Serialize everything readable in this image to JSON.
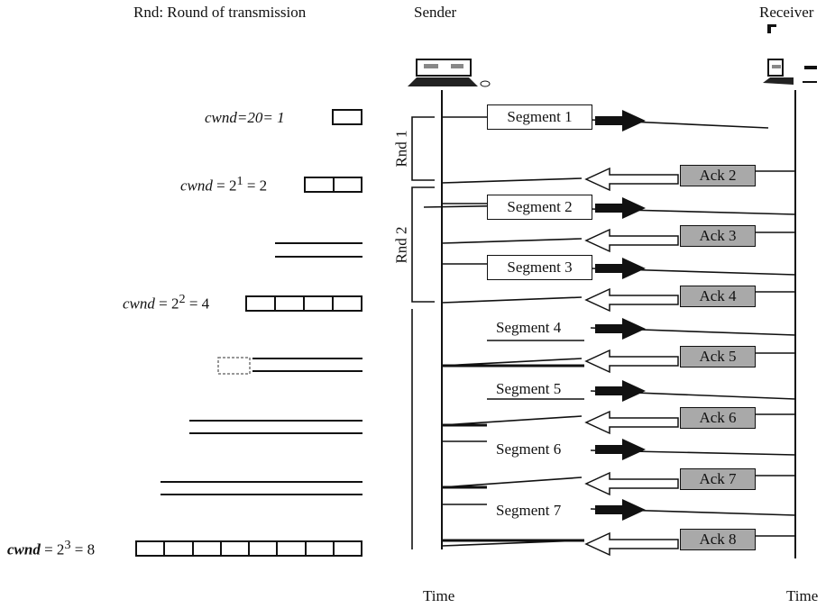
{
  "header": {
    "legend": "Rnd: Round of transmission",
    "sender": "Sender",
    "receiver": "Receiver"
  },
  "footer": {
    "sender_time": "Time",
    "receiver_time": "Time"
  },
  "cwnd": [
    {
      "prefix": "cwnd",
      "rest": "=20= 1",
      "cells": 1
    },
    {
      "prefix": "cwnd",
      "rest": " = 2",
      "sup": "1",
      "tail": " = 2",
      "cells": 2
    },
    {
      "prefix": "cwnd",
      "rest": " = 2",
      "sup": "2",
      "tail": " = 4",
      "cells": 4
    },
    {
      "prefix": "cwnd",
      "rest": " = 2",
      "sup": "3",
      "tail": " = 8",
      "cells": 8
    }
  ],
  "rounds": [
    "Rnd 1",
    "Rnd 2"
  ],
  "segments": [
    "Segment 1",
    "Segment 2",
    "Segment 3",
    "Segment 4",
    "Segment 5",
    "Segment 6",
    "Segment 7"
  ],
  "acks": [
    "Ack 2",
    "Ack 3",
    "Ack 4",
    "Ack 5",
    "Ack 6",
    "Ack 7",
    "Ack 8"
  ]
}
